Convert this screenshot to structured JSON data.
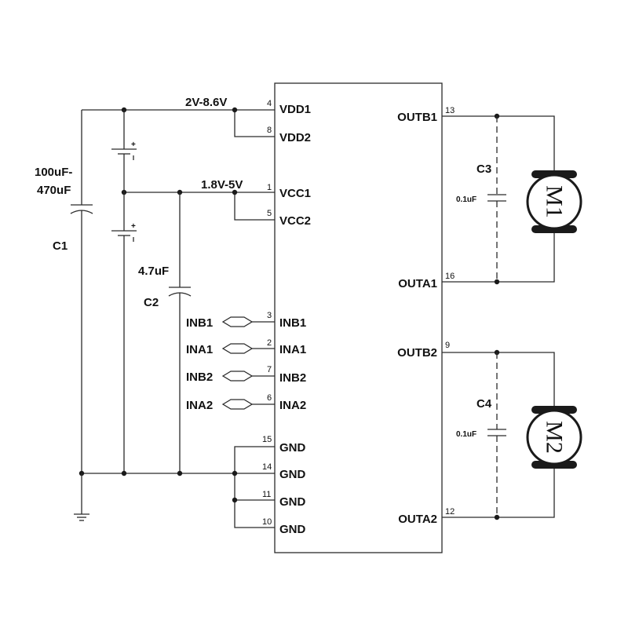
{
  "chip": {
    "left_pins": [
      {
        "name": "VDD1",
        "num": "4"
      },
      {
        "name": "VDD2",
        "num": "8"
      },
      {
        "name": "VCC1",
        "num": "1"
      },
      {
        "name": "VCC2",
        "num": "5"
      },
      {
        "name": "INB1",
        "num": "3"
      },
      {
        "name": "INA1",
        "num": "2"
      },
      {
        "name": "INB2",
        "num": "7"
      },
      {
        "name": "INA2",
        "num": "6"
      },
      {
        "name": "GND",
        "num": "15"
      },
      {
        "name": "GND",
        "num": "14"
      },
      {
        "name": "GND",
        "num": "11"
      },
      {
        "name": "GND",
        "num": "10"
      }
    ],
    "right_pins": [
      {
        "name": "OUTB1",
        "num": "13"
      },
      {
        "name": "OUTA1",
        "num": "16"
      },
      {
        "name": "OUTB2",
        "num": "9"
      },
      {
        "name": "OUTA2",
        "num": "12"
      }
    ]
  },
  "supplies": {
    "vdd_range": "2V-8.6V",
    "vcc_range": "1.8V-5V"
  },
  "inputs": [
    "INB1",
    "INA1",
    "INB2",
    "INA2"
  ],
  "capacitors": {
    "c1": {
      "name": "C1",
      "value_line1": "100uF-",
      "value_line2": "470uF"
    },
    "c2": {
      "name": "C2",
      "value": "4.7uF"
    },
    "c3": {
      "name": "C3",
      "value": "0.1uF"
    },
    "c4": {
      "name": "C4",
      "value": "0.1uF"
    }
  },
  "motors": {
    "m1": "M1",
    "m2": "M2"
  },
  "battery_polarity": "+"
}
